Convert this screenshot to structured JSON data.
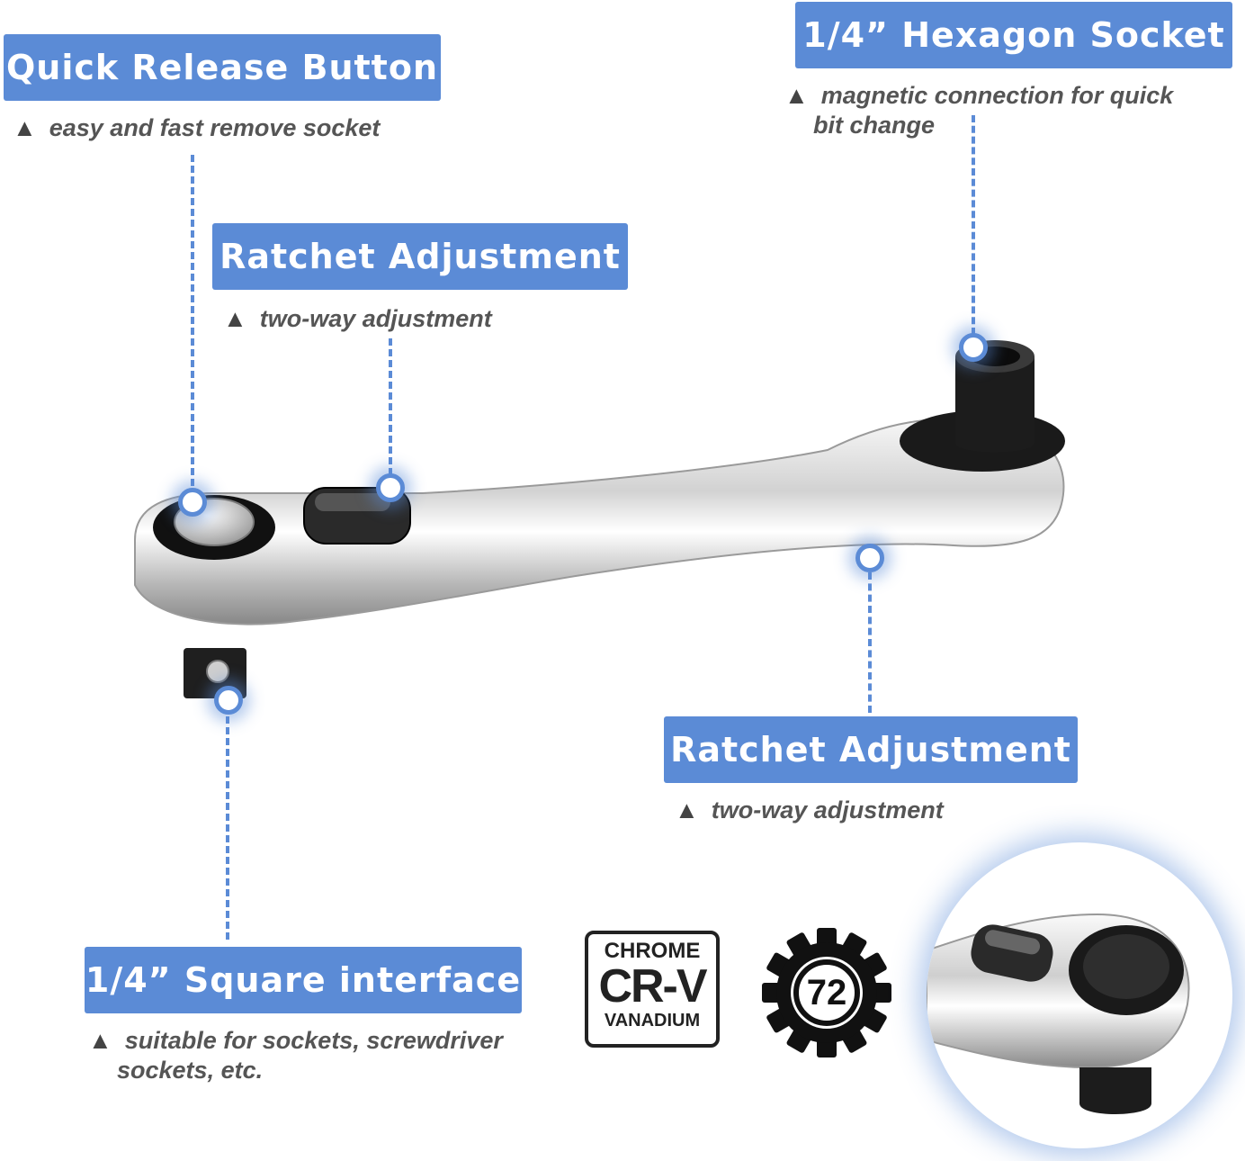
{
  "callouts": {
    "quick_release": {
      "title": "Quick Release Button",
      "note": "easy and fast remove socket"
    },
    "ratchet_top": {
      "title": "Ratchet Adjustment",
      "note": "two-way adjustment"
    },
    "hex_socket": {
      "title": "1/4” Hexagon Socket",
      "note_line1": "magnetic connection for quick",
      "note_line2": "bit change"
    },
    "ratchet_bottom": {
      "title": "Ratchet Adjustment",
      "note": "two-way adjustment"
    },
    "square": {
      "title": "1/4” Square interface",
      "note_line1": "suitable for sockets, screwdriver",
      "note_line2": "sockets, etc."
    }
  },
  "triangle_glyph": "▲",
  "badges": {
    "crv_top": "CHROME",
    "crv_mid": "CR-V",
    "crv_bot": "VANADIUM",
    "teeth": "72"
  },
  "colors": {
    "accent": "#5b8bd6",
    "text": "#555555",
    "chrome": "#e8e8e8",
    "black": "#1a1a1a"
  }
}
